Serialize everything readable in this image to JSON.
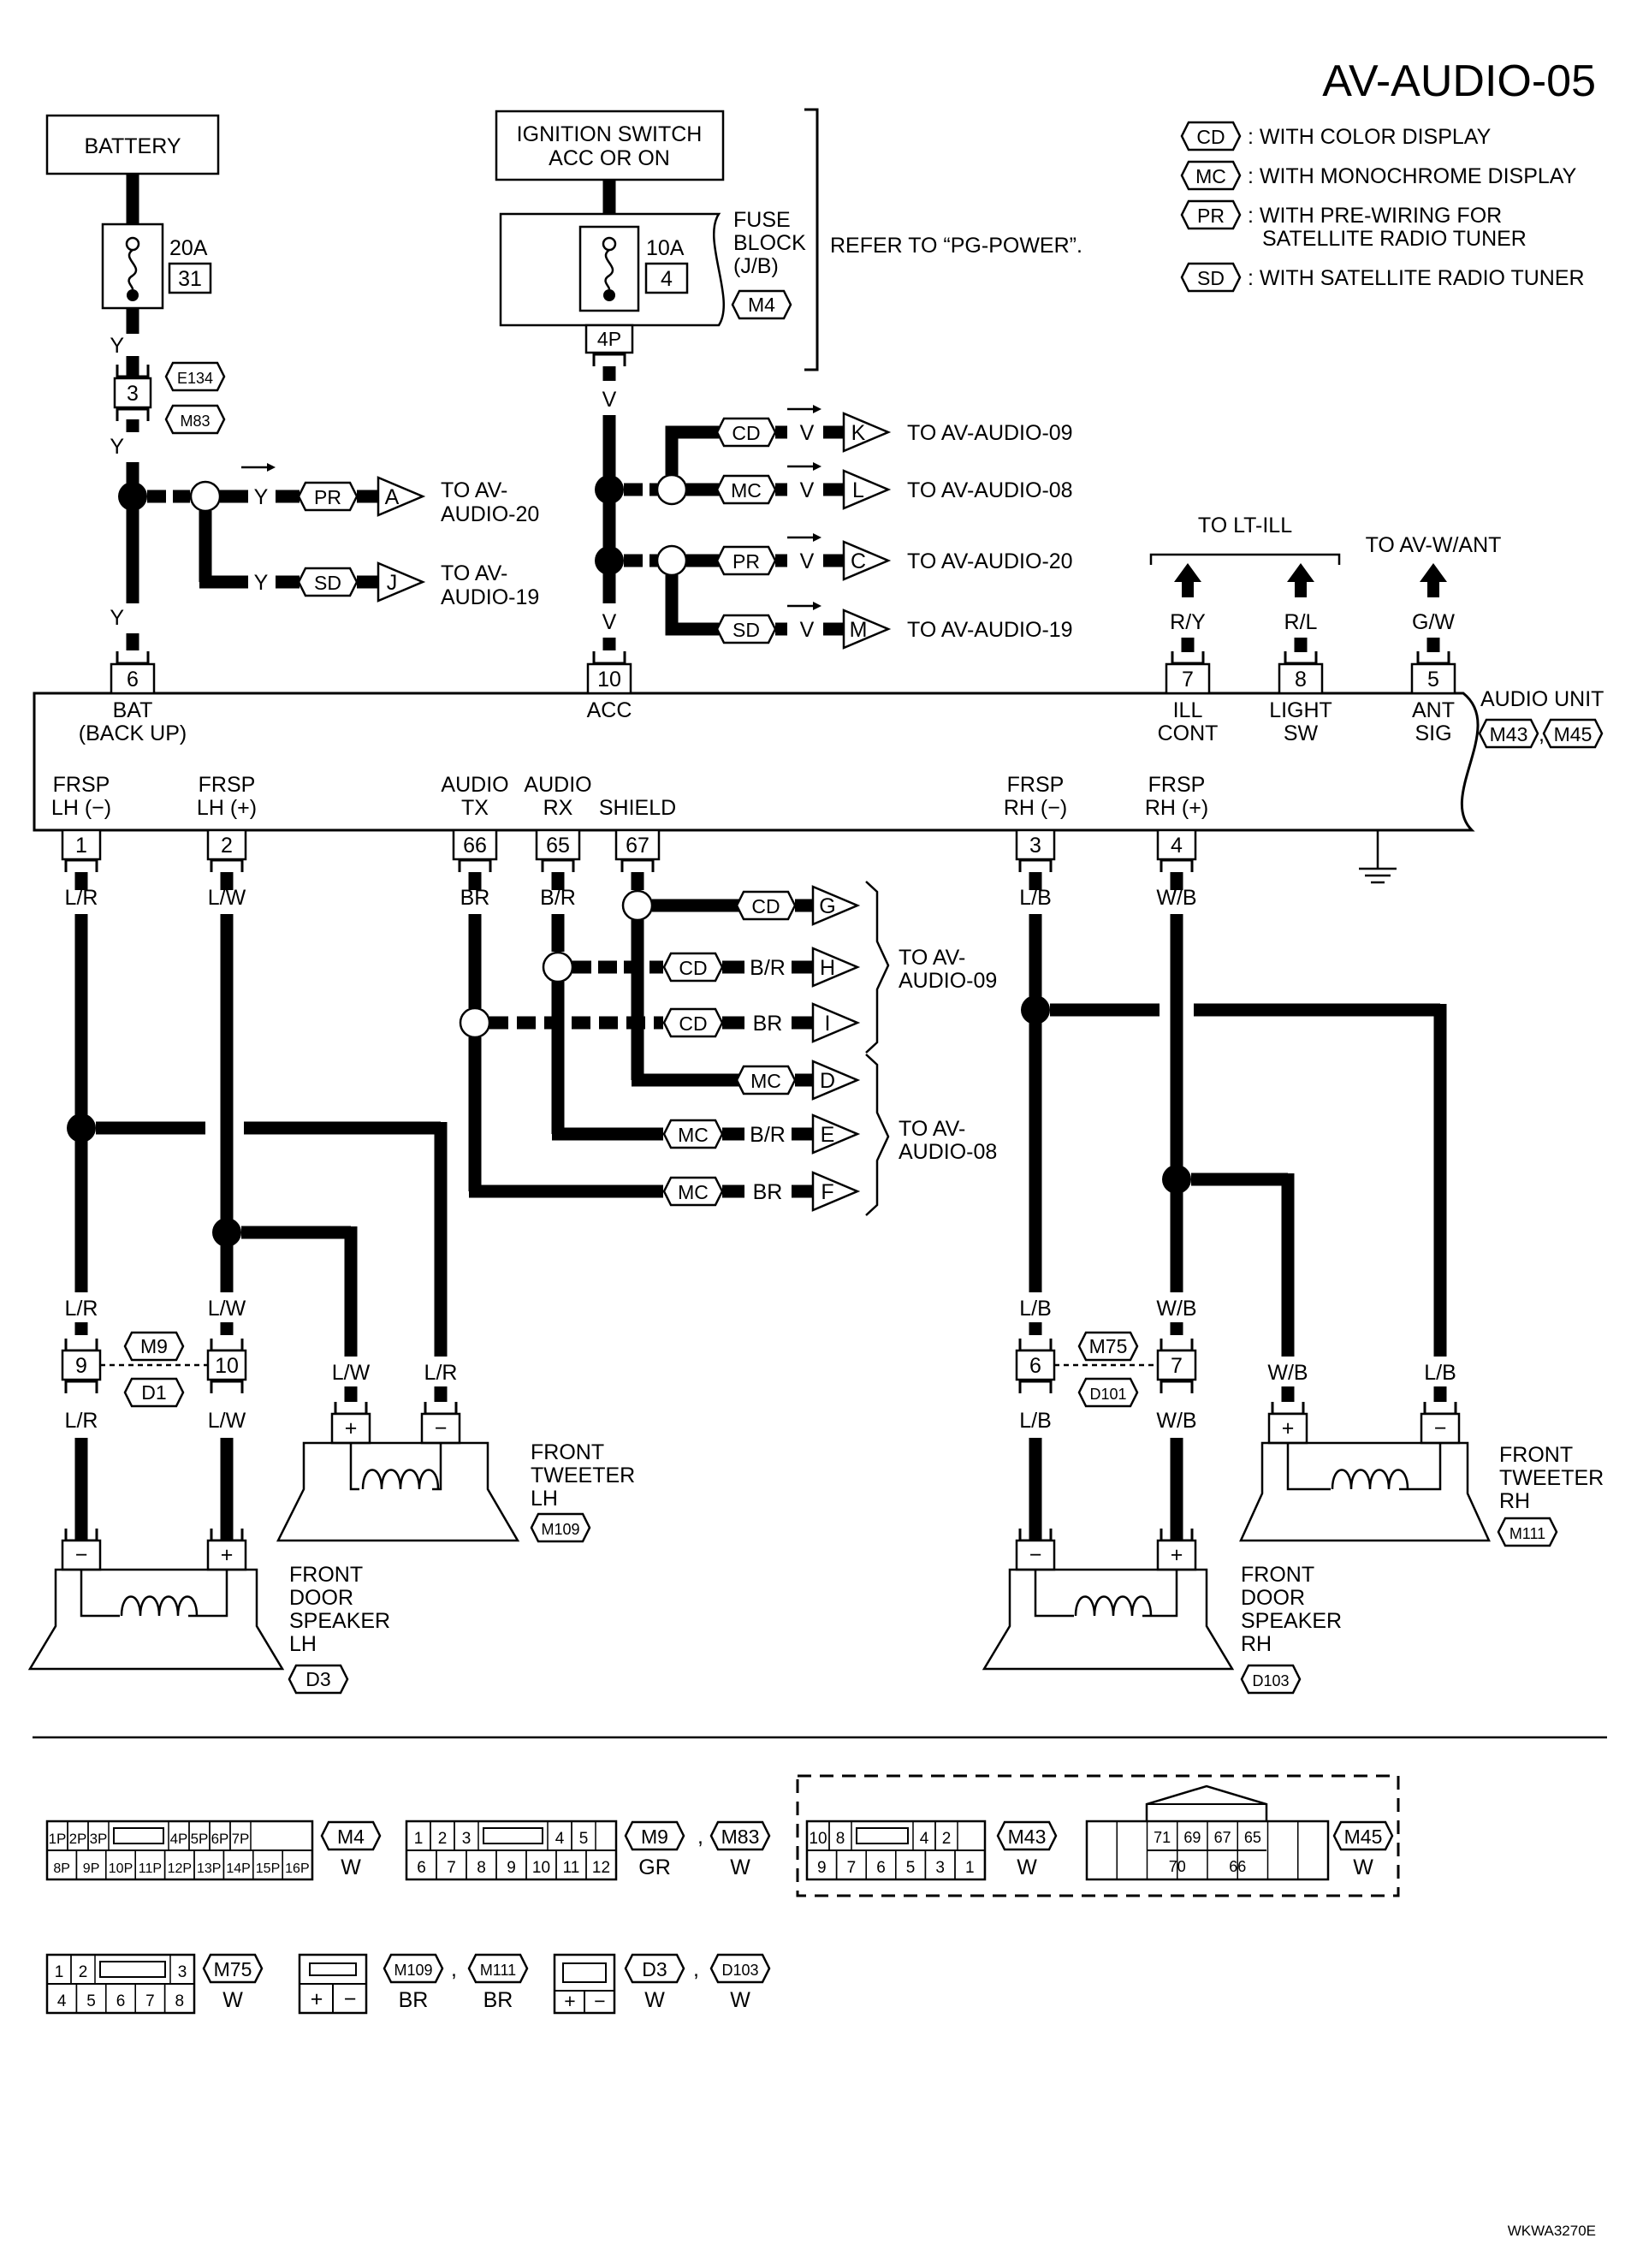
{
  "title": "AV-AUDIO-05",
  "figure_id": "WKWA3270E",
  "legend": [
    {
      "code": "CD",
      "text": ": WITH COLOR DISPLAY"
    },
    {
      "code": "MC",
      "text": ": WITH MONOCHROME DISPLAY"
    },
    {
      "code": "PR",
      "text": ": WITH PRE-WIRING FOR",
      "text2": "SATELLITE RADIO TUNER"
    },
    {
      "code": "SD",
      "text": ": WITH SATELLITE RADIO TUNER"
    }
  ],
  "battery": {
    "label": "BATTERY",
    "fuse_amp": "20A",
    "fuse_no": "31"
  },
  "ignition": {
    "line1": "IGNITION SWITCH",
    "line2": "ACC OR ON",
    "fuse_amp": "10A",
    "fuse_no": "4",
    "fuse_pin": "4P"
  },
  "fuse_block": {
    "line1": "FUSE",
    "line2": "BLOCK",
    "line3": "(J/B)",
    "conn": "M4"
  },
  "refer": "REFER TO “PG-POWER”.",
  "batt_conn": {
    "pin": "3",
    "conn1": "E134",
    "conn2": "M83"
  },
  "colors": {
    "y": "Y",
    "v": "V",
    "ry": "R/Y",
    "rl": "R/L",
    "gw": "G/W",
    "lr": "L/R",
    "lw": "L/W",
    "br": "BR",
    "bbr": "B/R",
    "lb": "L/B",
    "wb": "W/B"
  },
  "left_branches": [
    {
      "code": "PR",
      "letter": "A",
      "dest1": "TO AV-",
      "dest2": "AUDIO-20"
    },
    {
      "code": "SD",
      "letter": "J",
      "dest1": "TO AV-",
      "dest2": "AUDIO-19"
    }
  ],
  "acc_branches": [
    {
      "code": "CD",
      "letter": "K",
      "dest": "TO AV-AUDIO-09"
    },
    {
      "code": "MC",
      "letter": "L",
      "dest": "TO AV-AUDIO-08"
    },
    {
      "code": "PR",
      "letter": "C",
      "dest": "TO AV-AUDIO-20"
    },
    {
      "code": "SD",
      "letter": "M",
      "dest": "TO AV-AUDIO-19"
    }
  ],
  "to_lt_ill": "TO LT-ILL",
  "to_av_want": "TO AV-W/ANT",
  "audio_unit": {
    "label": "AUDIO UNIT",
    "conn1": "M43",
    "conn2": "M45",
    "sep": ","
  },
  "top_pins": [
    {
      "pin": "6",
      "l1": "BAT",
      "l2": "(BACK UP)"
    },
    {
      "pin": "10",
      "l1": "ACC",
      "l2": ""
    },
    {
      "pin": "7",
      "l1": "ILL",
      "l2": "CONT"
    },
    {
      "pin": "8",
      "l1": "LIGHT",
      "l2": "SW"
    },
    {
      "pin": "5",
      "l1": "ANT",
      "l2": "SIG"
    }
  ],
  "bottom_pins": [
    {
      "pin": "1",
      "l1": "FRSP",
      "l2": "LH (−)"
    },
    {
      "pin": "2",
      "l1": "FRSP",
      "l2": "LH (+)"
    },
    {
      "pin": "66",
      "l1": "AUDIO",
      "l2": "TX"
    },
    {
      "pin": "65",
      "l1": "AUDIO",
      "l2": "RX"
    },
    {
      "pin": "67",
      "l1": "",
      "l2": "SHIELD"
    },
    {
      "pin": "3",
      "l1": "FRSP",
      "l2": "RH (−)"
    },
    {
      "pin": "4",
      "l1": "FRSP",
      "l2": "RH (+)"
    }
  ],
  "signal_branches": [
    {
      "code": "CD",
      "color": "",
      "letter": "G"
    },
    {
      "code": "CD",
      "color": "B/R",
      "letter": "H"
    },
    {
      "code": "CD",
      "color": "BR",
      "letter": "I"
    },
    {
      "code": "MC",
      "color": "",
      "letter": "D"
    },
    {
      "code": "MC",
      "color": "B/R",
      "letter": "E"
    },
    {
      "code": "MC",
      "color": "BR",
      "letter": "F"
    }
  ],
  "to_audio09": {
    "l1": "TO AV-",
    "l2": "AUDIO-09"
  },
  "to_audio08": {
    "l1": "TO AV-",
    "l2": "AUDIO-08"
  },
  "lh_joint": {
    "pin_a": "9",
    "pin_b": "10",
    "conn1": "M9",
    "conn2": "D1"
  },
  "rh_joint": {
    "pin_a": "6",
    "pin_b": "7",
    "conn1": "M75",
    "conn2": "D101"
  },
  "tweeter_lh": {
    "l1": "FRONT",
    "l2": "TWEETER",
    "l3": "LH",
    "conn": "M109",
    "plus": "+",
    "minus": "−"
  },
  "tweeter_rh": {
    "l1": "FRONT",
    "l2": "TWEETER",
    "l3": "RH",
    "conn": "M111",
    "plus": "+",
    "minus": "−"
  },
  "speaker_lh": {
    "l1": "FRONT",
    "l2": "DOOR",
    "l3": "SPEAKER",
    "l4": "LH",
    "conn": "D3",
    "plus": "+",
    "minus": "−"
  },
  "speaker_rh": {
    "l1": "FRONT",
    "l2": "DOOR",
    "l3": "SPEAKER",
    "l4": "RH",
    "conn": "D103",
    "plus": "+",
    "minus": "−"
  },
  "connectors": {
    "m4": {
      "row1": [
        "1P",
        "2P",
        "3P",
        "4P",
        "5P",
        "6P",
        "7P"
      ],
      "row2": [
        "8P",
        "9P",
        "10P",
        "11P",
        "12P",
        "13P",
        "14P",
        "15P",
        "16P"
      ],
      "conn": "M4",
      "color": "W"
    },
    "m9": {
      "row1": [
        "1",
        "2",
        "3",
        "4",
        "5"
      ],
      "row2": [
        "6",
        "7",
        "8",
        "9",
        "10",
        "11",
        "12"
      ],
      "conn1": "M9",
      "conn2": "M83",
      "color1": "GR",
      "color2": "W",
      "sep": ","
    },
    "m43": {
      "row1": [
        "10",
        "8",
        "4",
        "2"
      ],
      "row2": [
        "9",
        "7",
        "6",
        "5",
        "3",
        "1"
      ],
      "conn": "M43",
      "color": "W"
    },
    "m45": {
      "row1": [
        "71",
        "69",
        "67",
        "65"
      ],
      "row2": [
        "70",
        "66"
      ],
      "conn": "M45",
      "color": "W"
    },
    "m75": {
      "row1": [
        "1",
        "2",
        "3"
      ],
      "row2": [
        "4",
        "5",
        "6",
        "7",
        "8"
      ],
      "conn": "M75",
      "color": "W"
    },
    "m109": {
      "pins": [
        "+",
        "−"
      ],
      "conn1": "M109",
      "conn2": "M111",
      "color1": "BR",
      "color2": "BR",
      "sep": ","
    },
    "d3": {
      "pins": [
        "+",
        "−"
      ],
      "conn1": "D3",
      "conn2": "D103",
      "color1": "W",
      "color2": "W",
      "sep": ","
    }
  }
}
